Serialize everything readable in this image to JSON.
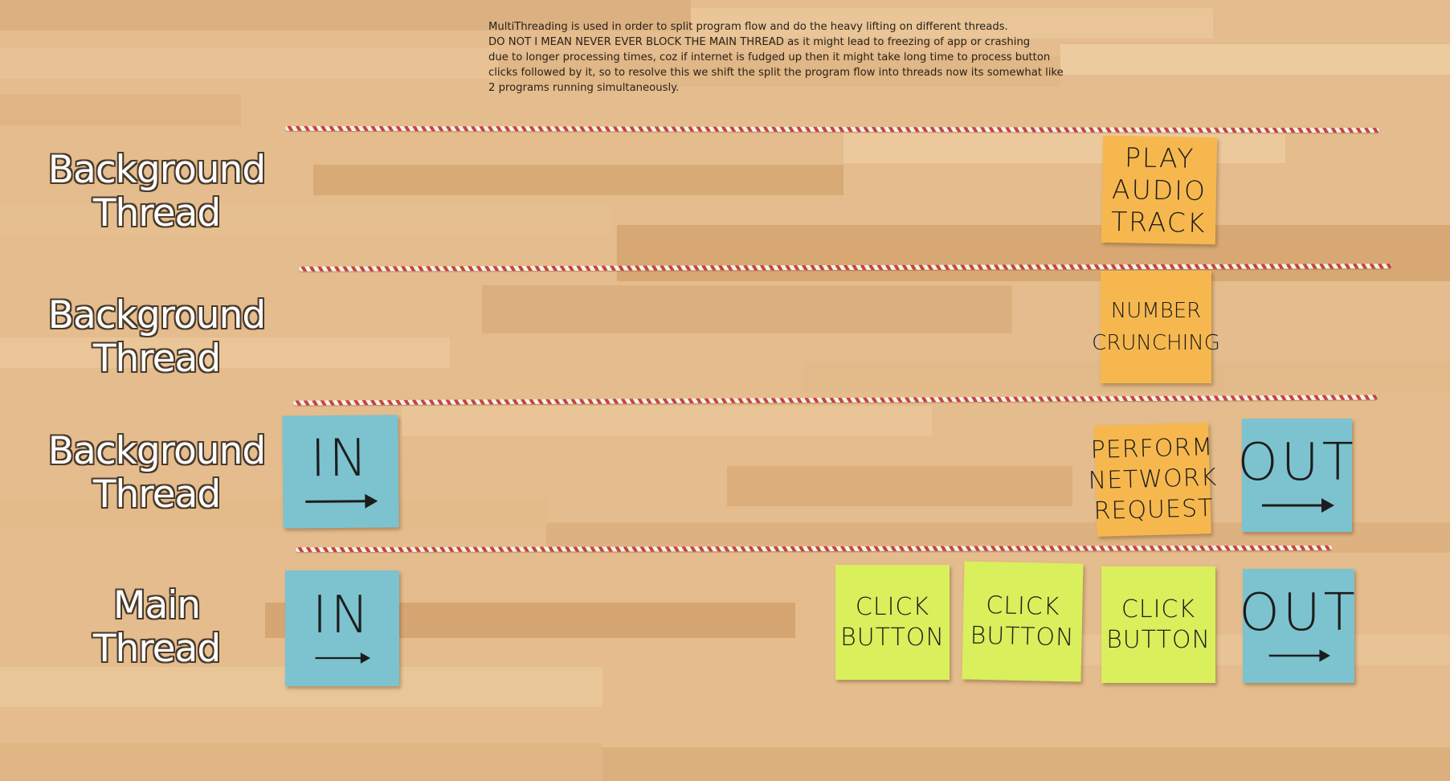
{
  "caption": {
    "lines": [
      "MultiThreading is used in order to split program flow and do the heavy lifting on different threads.",
      "DO NOT I MEAN NEVER EVER BLOCK THE MAIN THREAD as it might lead to freezing of app or crashing",
      "due to longer processing times, coz if internet is fudged up then it might take long time to process button",
      "clicks followed by it, so to resolve this we shift the split the program flow into threads now its somewhat like",
      "2 programs running simultaneously."
    ]
  },
  "lanes": [
    {
      "line1": "Background",
      "line2": "Thread"
    },
    {
      "line1": "Background",
      "line2": "Thread"
    },
    {
      "line1": "Background",
      "line2": "Thread"
    },
    {
      "line1": "Main",
      "line2": "Thread"
    }
  ],
  "notes": {
    "play_audio": [
      "PLAY",
      "AUDIO",
      "TRACK"
    ],
    "number_crunching": [
      "NUMBER",
      "CRUNCHING"
    ],
    "network_request": [
      "PERFORM",
      "NETWORK",
      "REQUEST"
    ],
    "bg_in": "IN",
    "bg_out": "OUT",
    "main_in": "IN",
    "main_out": "OUT",
    "click_1": [
      "CLICK",
      "BUTTON"
    ],
    "click_2": [
      "CLICK",
      "BUTTON"
    ],
    "click_3": [
      "CLICK",
      "BUTTON"
    ]
  },
  "colors": {
    "wood": "#e4bc8d",
    "orange_note": "#f6b84e",
    "yellow_note": "#d9ef5b",
    "blue_note": "#7cc3cf",
    "string_red": "#c9443a",
    "string_white": "#f3efe9"
  },
  "icons": [
    "right-arrow-icon"
  ]
}
